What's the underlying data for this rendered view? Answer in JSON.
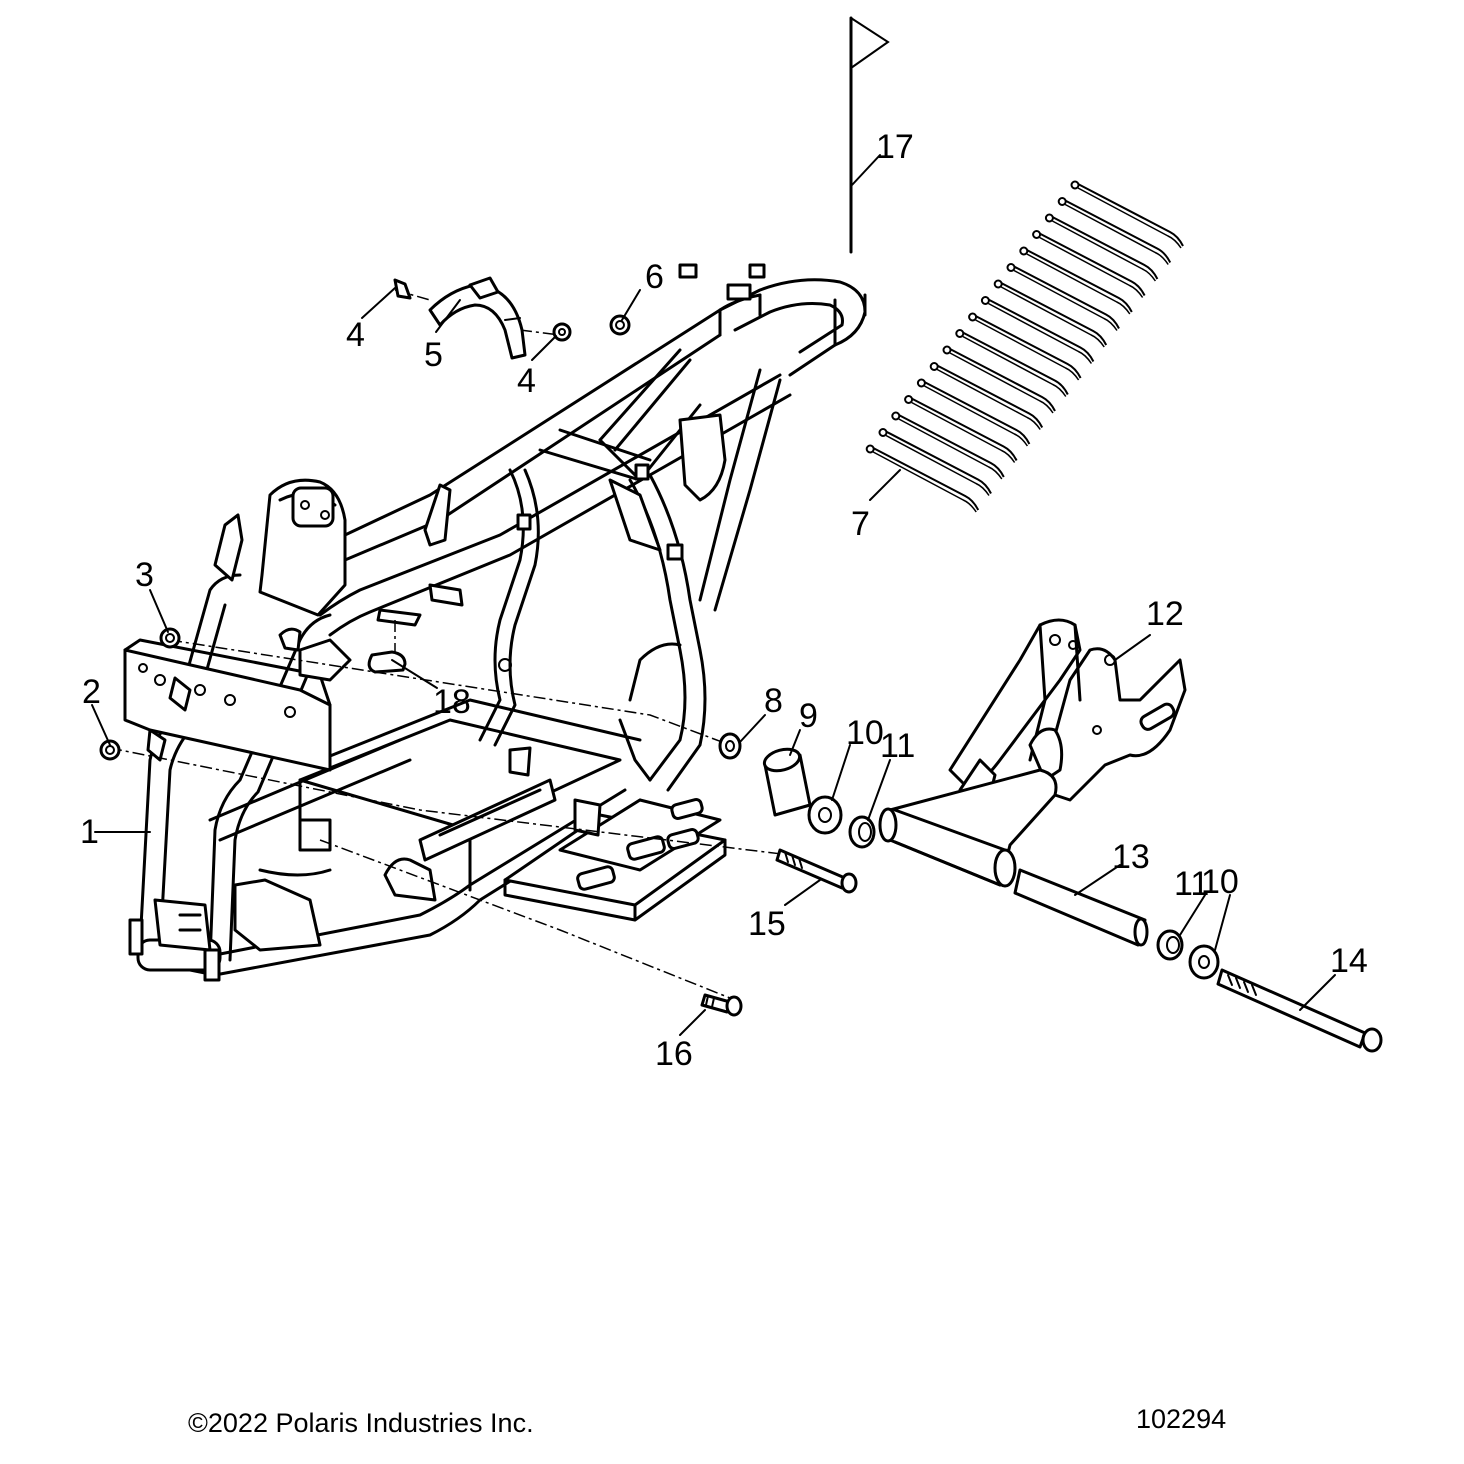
{
  "callouts": [
    {
      "id": "1",
      "label": "1"
    },
    {
      "id": "2",
      "label": "2"
    },
    {
      "id": "3",
      "label": "3"
    },
    {
      "id": "4a",
      "label": "4"
    },
    {
      "id": "4b",
      "label": "4"
    },
    {
      "id": "5",
      "label": "5"
    },
    {
      "id": "6",
      "label": "6"
    },
    {
      "id": "7",
      "label": "7"
    },
    {
      "id": "8",
      "label": "8"
    },
    {
      "id": "9",
      "label": "9"
    },
    {
      "id": "10a",
      "label": "10"
    },
    {
      "id": "10b",
      "label": "10"
    },
    {
      "id": "11a",
      "label": "11"
    },
    {
      "id": "11b",
      "label": "11"
    },
    {
      "id": "12",
      "label": "12"
    },
    {
      "id": "13",
      "label": "13"
    },
    {
      "id": "14",
      "label": "14"
    },
    {
      "id": "15",
      "label": "15"
    },
    {
      "id": "16",
      "label": "16"
    },
    {
      "id": "17",
      "label": "17"
    },
    {
      "id": "18",
      "label": "18"
    }
  ],
  "footer": {
    "copyright": "©2022 Polaris Industries Inc.",
    "drawing_number": "102294"
  }
}
